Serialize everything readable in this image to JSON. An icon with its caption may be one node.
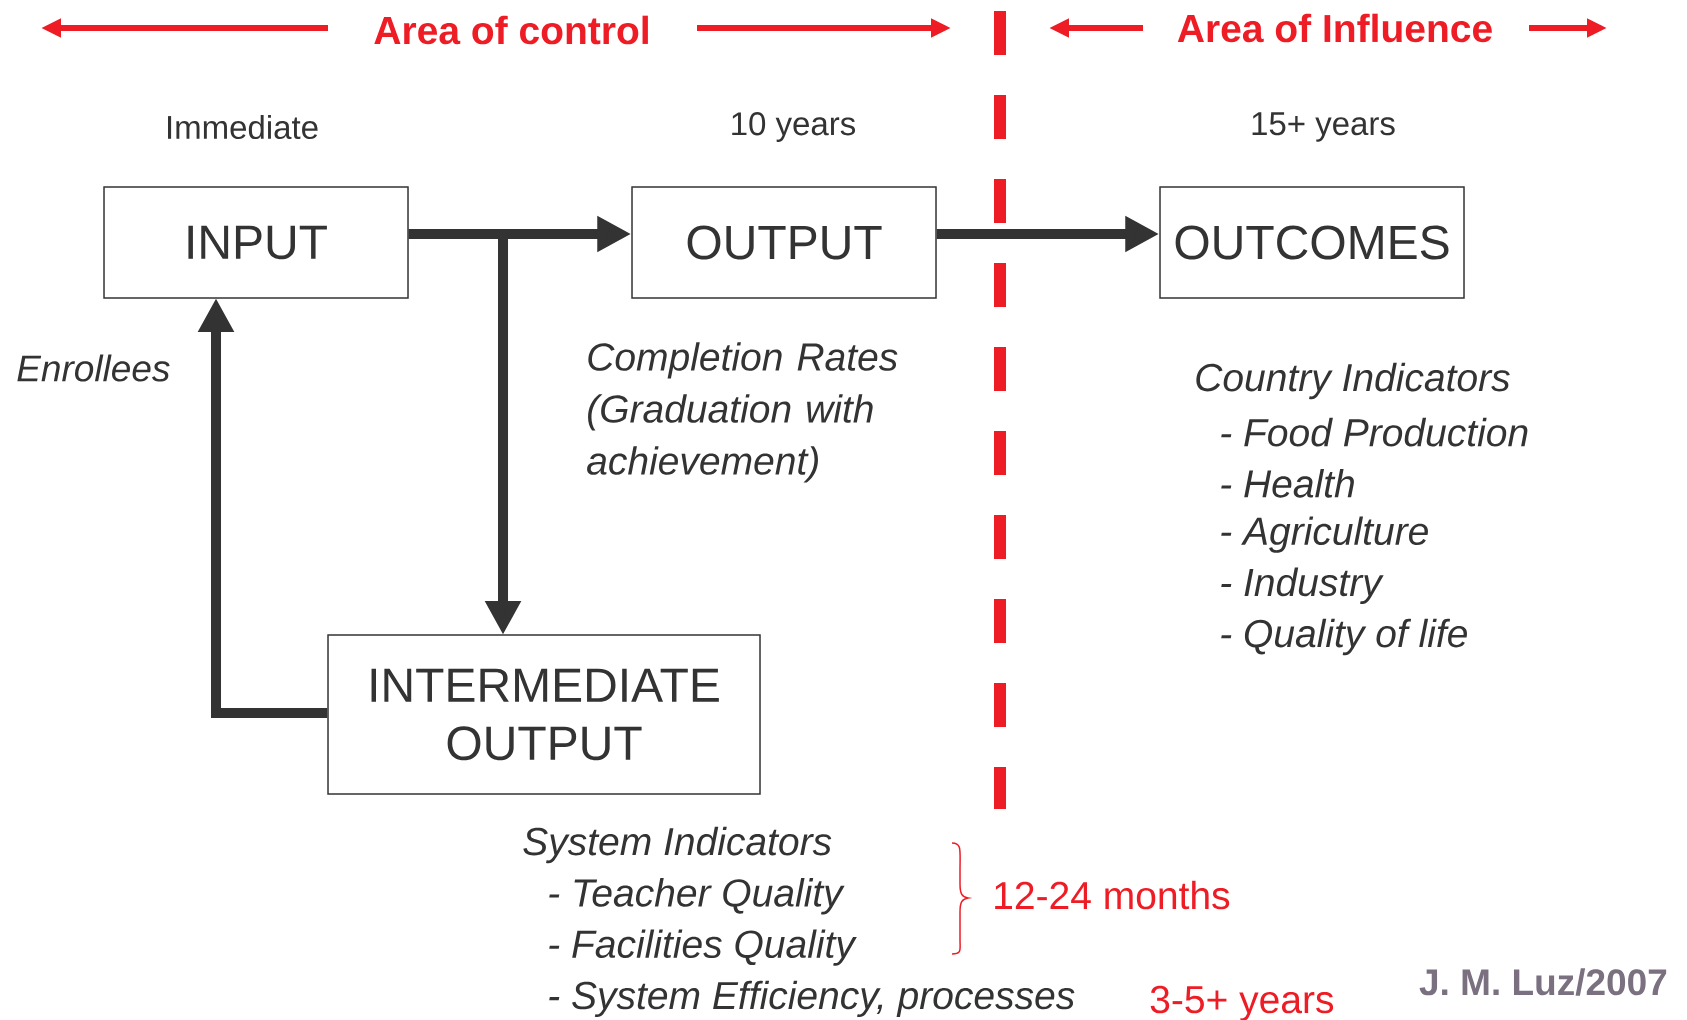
{
  "diagram": {
    "nodes": [
      {
        "text": [
          "INPUT"
        ],
        "beside": [
          "Immediate"
        ]
      },
      {
        "text": [
          "OUTPUT"
        ],
        "beside": [
          "10 years",
          "Completion Rates (Graduation with achievement)"
        ]
      },
      {
        "text": [
          "OUTCOMES"
        ],
        "beside": [
          "15+  years",
          "Country Indicators",
          "- Food Production",
          "- Health",
          "- Agriculture",
          "- Industry",
          "- Quality of life"
        ]
      },
      {
        "text": [
          "INTERMEDIATE OUTPUT"
        ],
        "beside": [
          "System Indicators",
          "- Teacher Quality",
          "- Facilities Quality",
          "- System Efficiency, processes"
        ]
      }
    ],
    "edges": [
      {
        "from": 0,
        "to": 1,
        "arrow": "to"
      },
      {
        "from": 0,
        "to": 3,
        "arrow": "to"
      },
      {
        "from": 1,
        "to": 2,
        "arrow": "to"
      },
      {
        "from": 3,
        "to": 0,
        "arrow": "to",
        "label": "Enrollees"
      }
    ],
    "labels": [
      "Area of control",
      "Area of Influence",
      "12-24 months",
      "3-5+ years",
      "J. M. Luz/2007"
    ]
  }
}
